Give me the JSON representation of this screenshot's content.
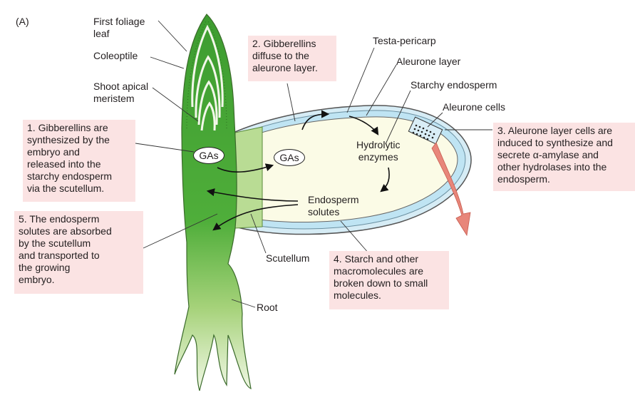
{
  "figure": {
    "panel_label": "(A)"
  },
  "labels": {
    "first_foliage_leaf": [
      "First foliage",
      "leaf"
    ],
    "coleoptile": "Coleoptile",
    "shoot_apical_meristem": [
      "Shoot apical",
      "meristem"
    ],
    "testa_pericarp": "Testa-pericarp",
    "aleurone_layer": "Aleurone layer",
    "starchy_endosperm": "Starchy endosperm",
    "aleurone_cells": "Aleurone cells",
    "scutellum": "Scutellum",
    "root": "Root",
    "gas_embryo": "GAs",
    "gas_endosperm": "GAs",
    "hydrolytic_enzymes": [
      "Hydrolytic",
      "enzymes"
    ],
    "endosperm_solutes": [
      "Endosperm",
      "solutes"
    ]
  },
  "steps": {
    "step1": [
      "1. Gibberellins are",
      "synthesized by the",
      "embryo and",
      "released into the",
      "starchy endosperm",
      "via the scutellum."
    ],
    "step2": [
      "2. Gibberellins",
      "diffuse to the",
      "aleurone layer."
    ],
    "step3": [
      "3. Aleurone layer cells are",
      "induced to synthesize and",
      "secrete α-amylase and",
      "other hydrolases into the",
      "endosperm."
    ],
    "step4": [
      "4. Starch and other",
      "macromolecules are",
      "broken down to small",
      "molecules."
    ],
    "step5": [
      "5. The endosperm",
      "solutes are absorbed",
      "by the scutellum",
      "and transported to",
      "the growing",
      "embryo."
    ]
  },
  "colors": {
    "embryo_green": "#4fae3a",
    "scutellum_green": "#b9dc94",
    "endosperm": "#fbfbe6",
    "aleurone_blue": "#bfe4f3",
    "step_box": "#fbe3e3",
    "arrow_salmon": "#e8867a"
  }
}
